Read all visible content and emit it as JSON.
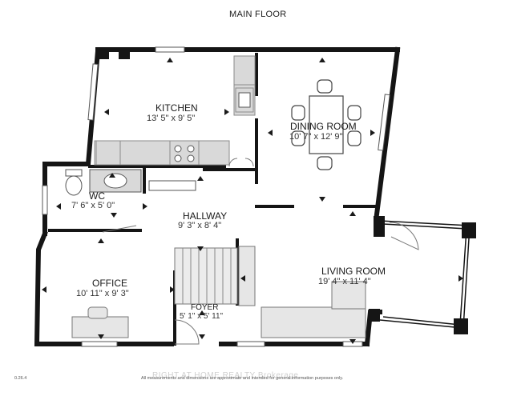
{
  "plan": {
    "title": "MAIN FLOOR",
    "rooms": [
      {
        "name": "KITCHEN",
        "size": "13' 5\" x 9' 5\""
      },
      {
        "name": "DINING ROOM",
        "size": "10' 7\" x 12' 9\""
      },
      {
        "name": "WC",
        "size": "7' 6\" x 5' 0\""
      },
      {
        "name": "HALLWAY",
        "size": "9' 3\" x 8' 4\""
      },
      {
        "name": "OFFICE",
        "size": "10' 11\" x 9' 3\""
      },
      {
        "name": "LIVING ROOM",
        "size": "19' 4\" x 11' 4\""
      },
      {
        "name": "FOYER",
        "size": "5' 1\" x 5' 11\""
      }
    ],
    "version": "0.26.4",
    "disclaimer": "All measurements and dimensions are approximate and intended for general information purposes only.",
    "watermark": "RIGHT AT HOME REALTY Brokerage",
    "colors": {
      "wall": "#151515",
      "fixture": "#d9d9d9",
      "fixture_stroke": "#8a8a8a",
      "window": "#ffffff",
      "arrow": "#1a1a1a"
    }
  }
}
